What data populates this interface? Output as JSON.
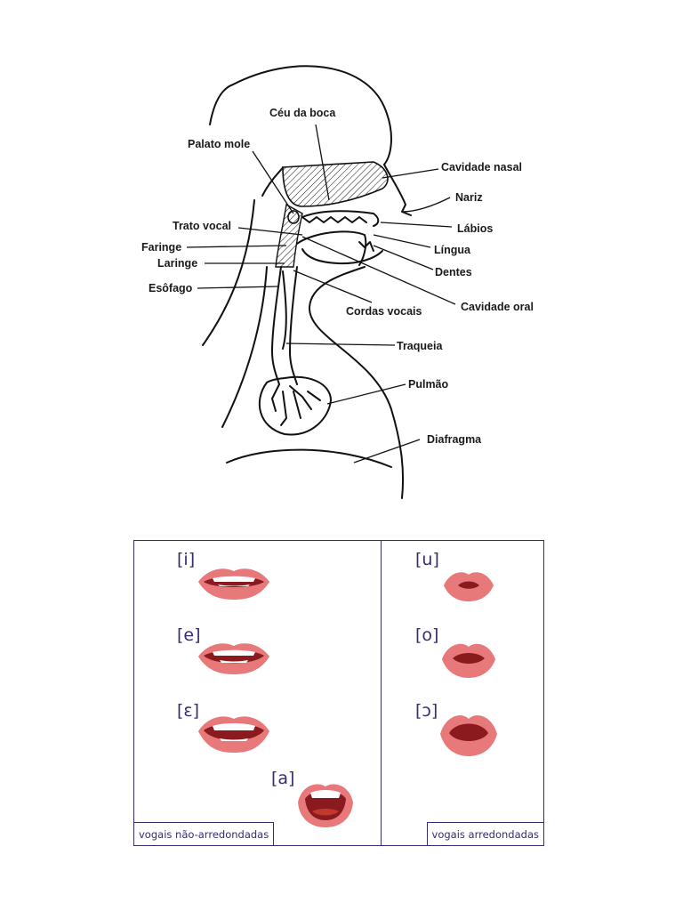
{
  "anatomy": {
    "labels": {
      "ceu_da_boca": "Céu da boca",
      "palato_mole": "Palato mole",
      "cavidade_nasal": "Cavidade nasal",
      "nariz": "Nariz",
      "trato_vocal": "Trato vocal",
      "labios": "Lábios",
      "faringe": "Faringe",
      "lingua": "Língua",
      "laringe": "Laringe",
      "dentes": "Dentes",
      "esofago": "Esôfago",
      "cavidade_oral": "Cavidade oral",
      "cordas_vocais": "Cordas vocais",
      "traqueia": "Traqueia",
      "pulmao": "Pulmão",
      "diafragma": "Diafragma"
    }
  },
  "vowels": {
    "unrounded": {
      "caption": "vogais não-arredondadas",
      "symbols": [
        "[i]",
        "[e]",
        "[ɛ]",
        "[a]"
      ]
    },
    "rounded": {
      "caption": "vogais arredondadas",
      "symbols": [
        "[u]",
        "[o]",
        "[ɔ]"
      ]
    },
    "colors": {
      "lips": "#e8797a",
      "mouth_inside": "#8b1a1f",
      "teeth": "#ffffff",
      "frame": "#3b2a6e"
    }
  }
}
